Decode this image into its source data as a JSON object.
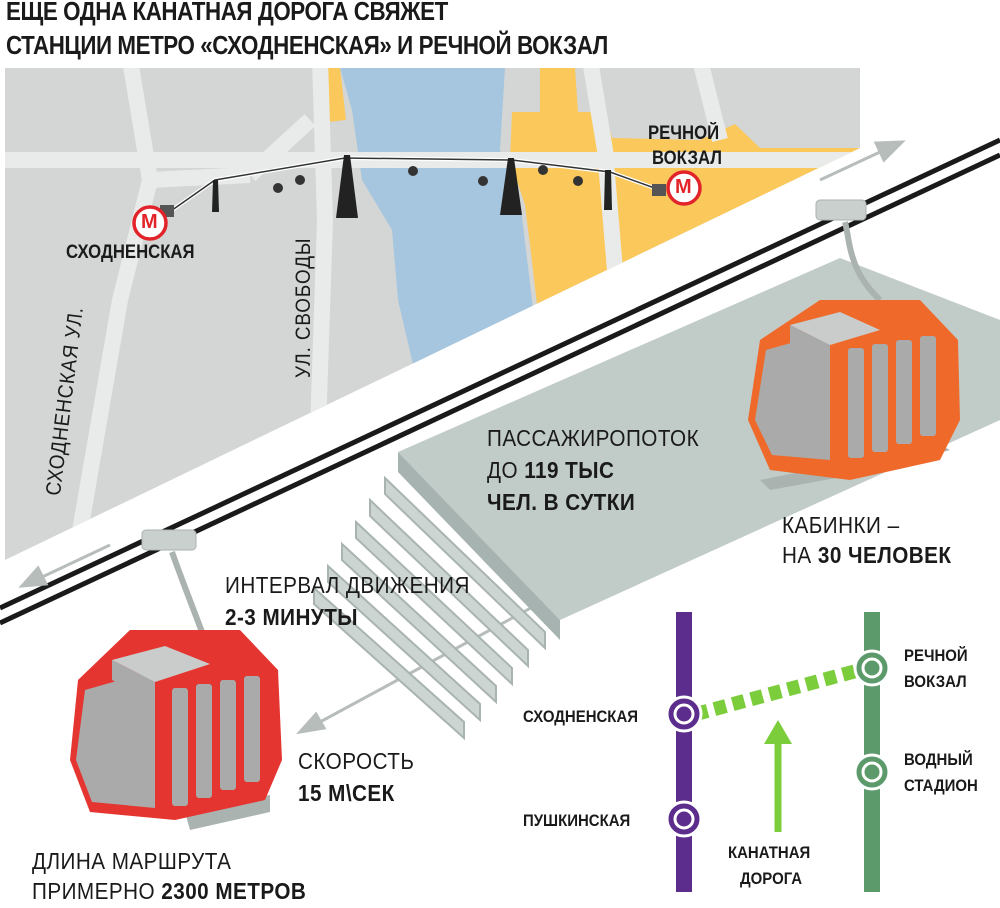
{
  "title": {
    "line1": "ЕЩЕ ОДНА КАНАТНАЯ ДОРОГА СВЯЖЕТ",
    "line2": "СТАНЦИИ МЕТРО «СХОДНЕНСКАЯ» И РЕЧНОЙ ВОКЗАЛ"
  },
  "map": {
    "station_west": "СХОДНЕНСКАЯ",
    "station_east_line1": "РЕЧНОЙ",
    "station_east_line2": "ВОКЗАЛ",
    "metro_symbol": "М",
    "street_1": "СХОДНЕНСКАЯ УЛ.",
    "street_2": "УЛ. СВОБОДЫ"
  },
  "facts": {
    "passenger_line1": "ПАССАЖИРОПОТОК",
    "passenger_line2_prefix": "ДО ",
    "passenger_line2_value": "119 ТЫС",
    "passenger_line3": "ЧЕЛ. В СУТКИ",
    "cabin_line1": "КАБИНКИ –",
    "cabin_line2_prefix": "НА ",
    "cabin_line2_value": "30 ЧЕЛОВЕК",
    "interval_line1": "ИНТЕРВАЛ ДВИЖЕНИЯ",
    "interval_line2": "2-3 МИНУТЫ",
    "speed_line1": "СКОРОСТЬ",
    "speed_line2": "15 М\\СЕК",
    "length_line1": "ДЛИНА МАРШРУТА",
    "length_line2_prefix": "ПРИМЕРНО ",
    "length_line2_value": "2300 МЕТРОВ"
  },
  "scheme": {
    "left_station_1": "СХОДНЕНСКАЯ",
    "left_station_2": "ПУШКИНСКАЯ",
    "right_station_1_line1": "РЕЧНОЙ",
    "right_station_1_line2": "ВОКЗАЛ",
    "right_station_2_line1": "ВОДНЫЙ",
    "right_station_2_line2": "СТАДИОН",
    "cableway_line1": "КАНАТНАЯ",
    "cableway_line2": "ДОРОГА"
  },
  "colors": {
    "map_background": "#d3d6d4",
    "road": "#e9ebea",
    "river": "#a6c6df",
    "station_area": "#fbc95b",
    "metro_red": "#e2232a",
    "cabin_red": "#e53530",
    "cabin_orange": "#ef6a2a",
    "cabin_body": "#a9aaa9",
    "platform": "#c1cbc8",
    "purple_line": "#5c2d8c",
    "green_line": "#5d9a6b",
    "cableway_green": "#7ccd3b"
  }
}
